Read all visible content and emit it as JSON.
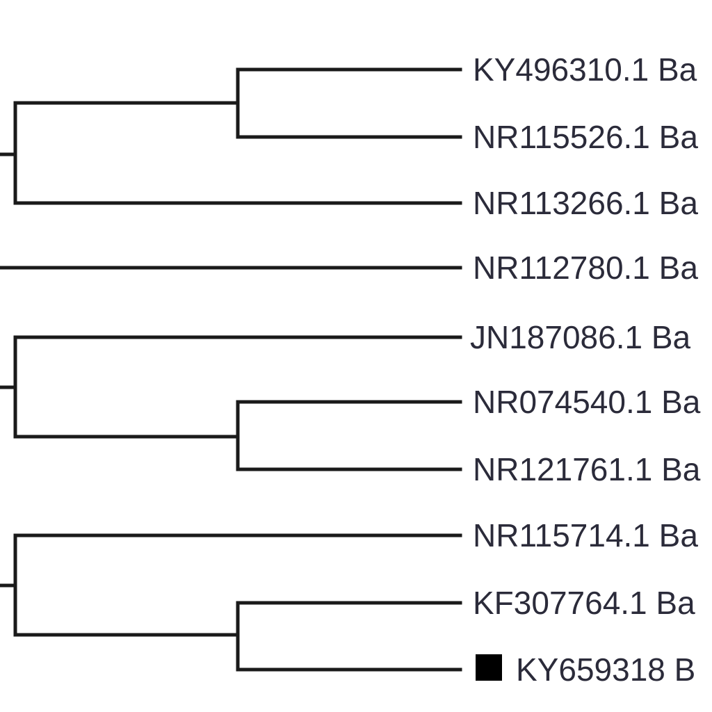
{
  "tree": {
    "line_color": "#1a1a1a",
    "label_color": "#2b2b3a",
    "leaves": [
      {
        "label": "KY496310.1 Ba",
        "marker": false
      },
      {
        "label": "NR115526.1 Ba",
        "marker": false
      },
      {
        "label": "NR113266.1 Ba",
        "marker": false
      },
      {
        "label": "NR112780.1 Ba",
        "marker": false
      },
      {
        "label": "JN187086.1 Ba",
        "marker": false
      },
      {
        "label": "NR074540.1 Ba",
        "marker": false
      },
      {
        "label": "NR121761.1 Ba",
        "marker": false
      },
      {
        "label": "NR115714.1 Ba",
        "marker": false
      },
      {
        "label": "KF307764.1 Ba",
        "marker": false
      },
      {
        "label": "KY659318 B",
        "marker": true,
        "marker_icon": "filled-square-icon"
      }
    ]
  }
}
